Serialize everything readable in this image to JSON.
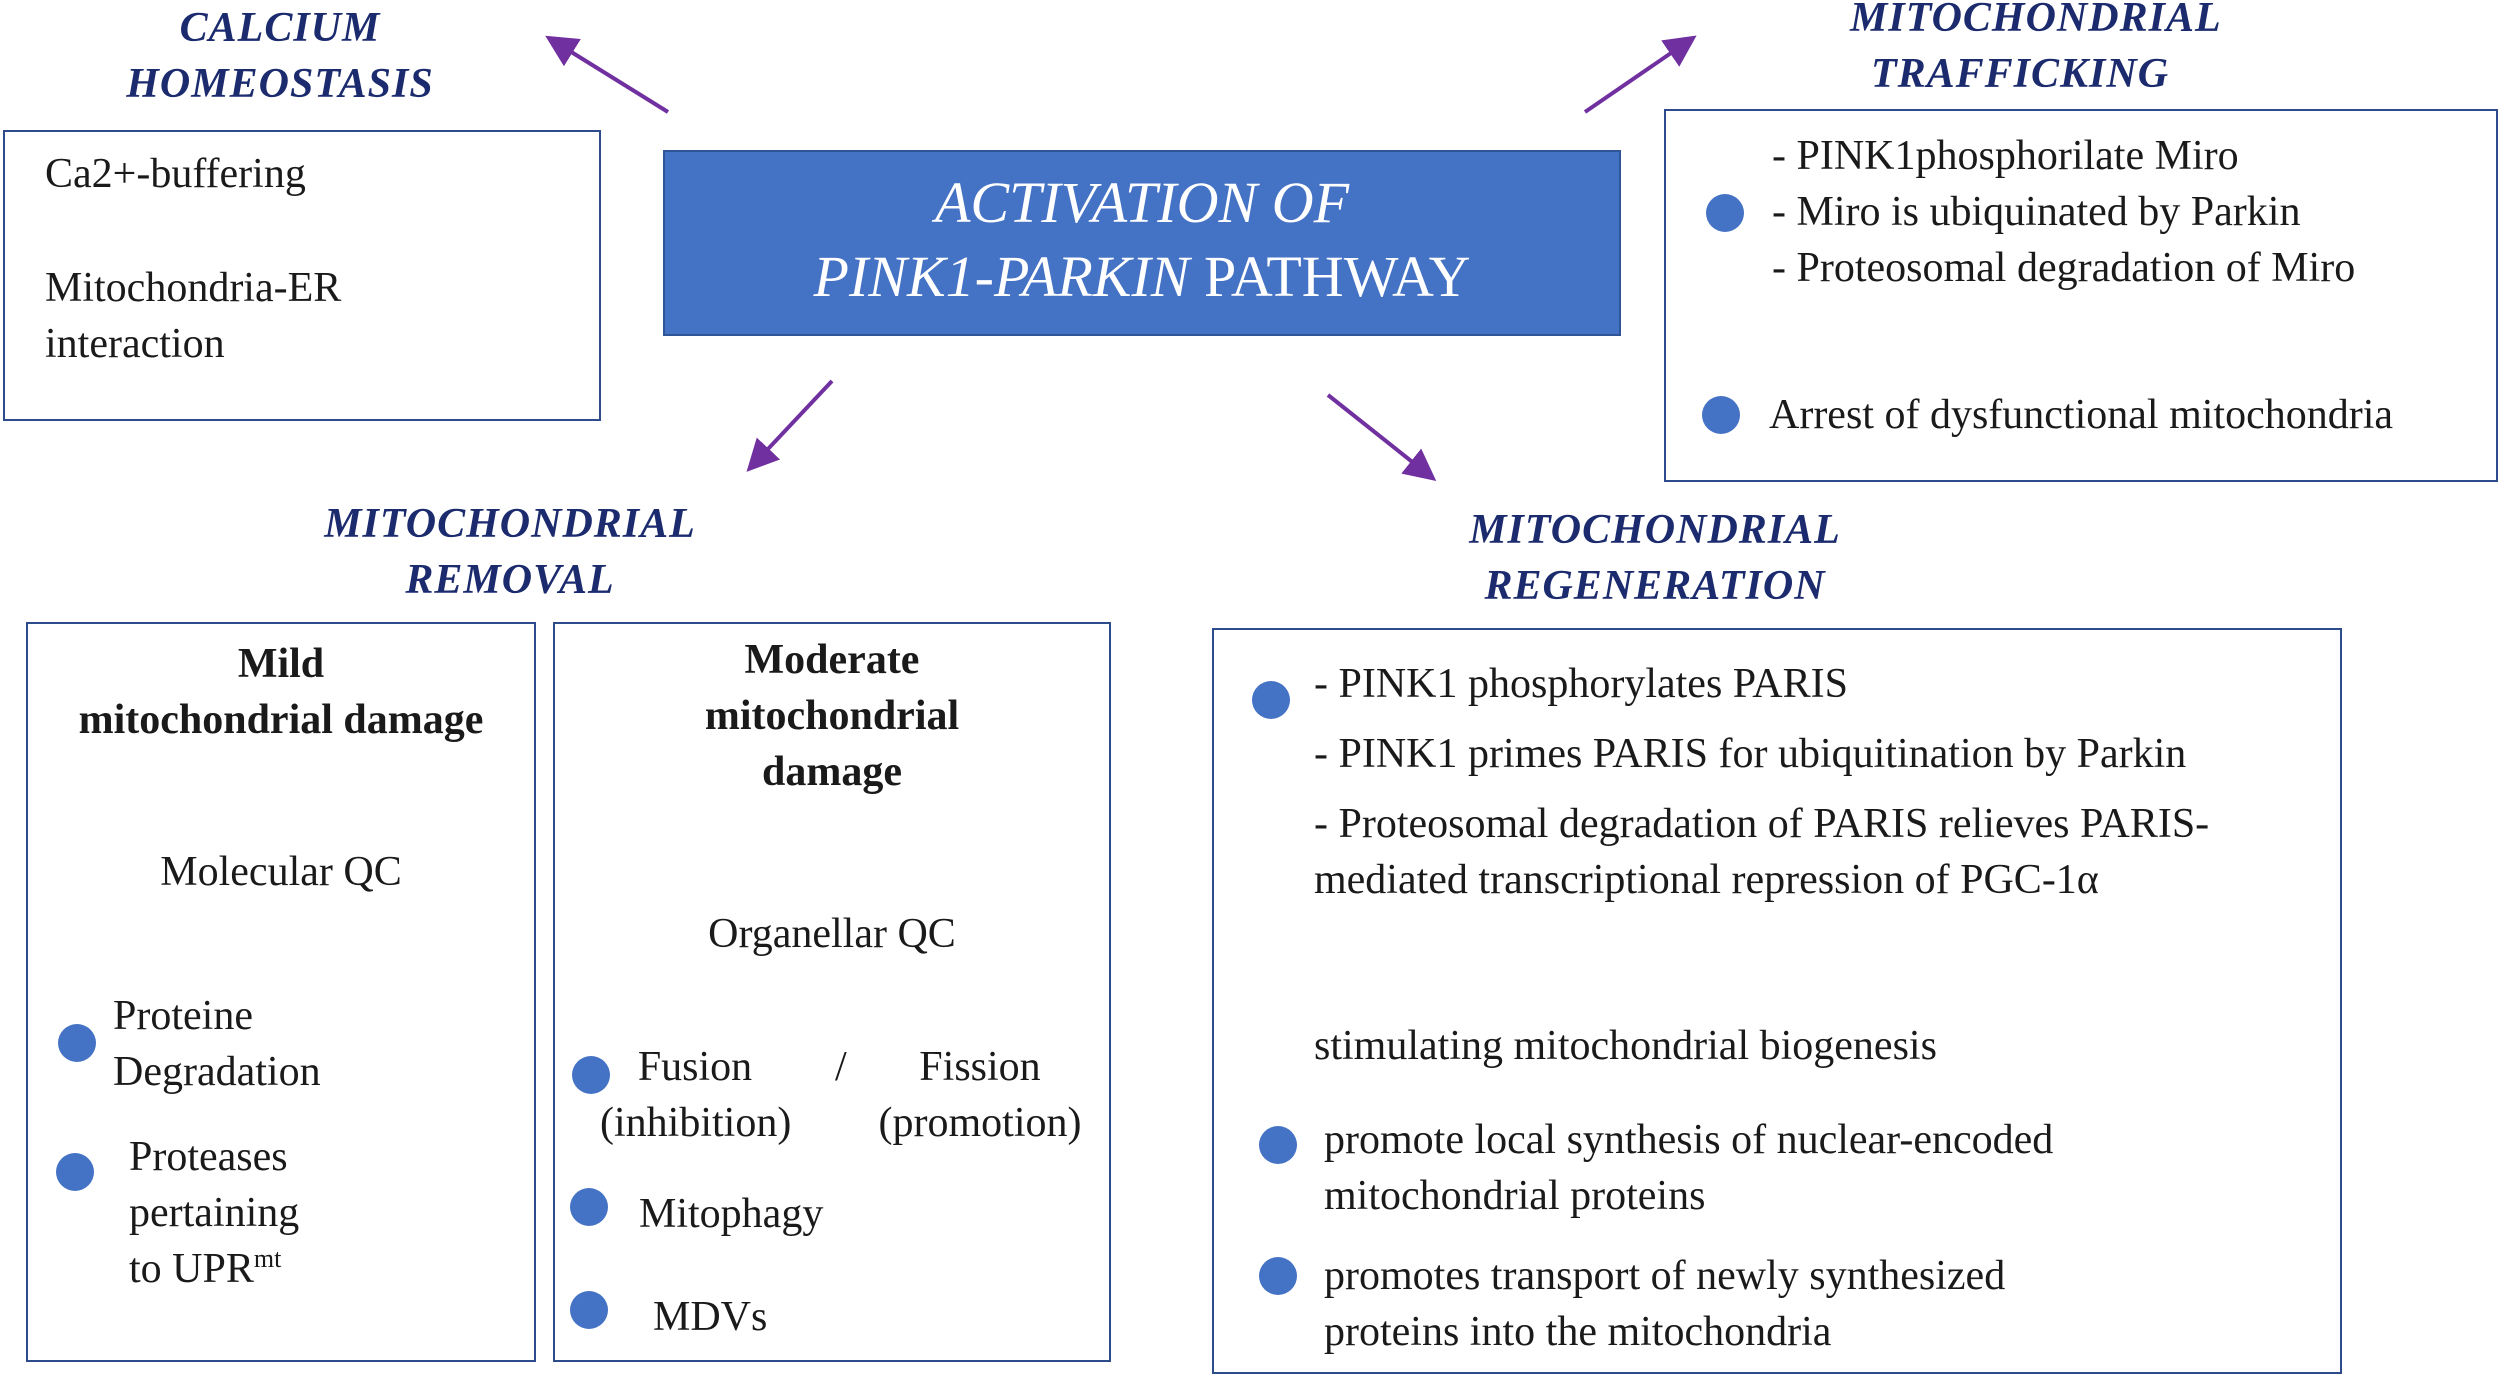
{
  "center": {
    "line1": "ACTIVATION OF",
    "line2_italic": "PINK1-PARKIN",
    "line2_rest": " PATHWAY"
  },
  "calcium": {
    "heading": [
      "CALCIUM",
      "HOMEOSTASIS"
    ],
    "items": [
      "Ca2+-buffering",
      "Mitochondria-ER",
      "interaction"
    ]
  },
  "trafficking": {
    "heading": [
      "MITOCHONDRIAL",
      "TRAFFICKING"
    ],
    "lines": [
      "- PINK1phosphorilate Miro",
      "- Miro is ubiquinated by Parkin",
      "- Proteosomal degradation of Miro"
    ],
    "result": "Arrest of dysfunctional mitochondria"
  },
  "removal": {
    "heading": [
      "MITOCHONDRIAL",
      "REMOVAL"
    ],
    "mild": {
      "title": [
        "Mild",
        "mitochondrial damage"
      ],
      "qc": "Molecular QC",
      "item1": [
        "Proteine",
        "Degradation"
      ],
      "item2": [
        "Proteases",
        "pertaining",
        "to UPR"
      ],
      "item2_sup": "mt"
    },
    "moderate": {
      "title": [
        "Moderate",
        "mitochondrial",
        "damage"
      ],
      "qc": "Organellar QC",
      "fusion": [
        "Fusion",
        "(inhibition)"
      ],
      "slash": "/",
      "fission": [
        "Fission",
        "(promotion)"
      ],
      "mitophagy": "Mitophagy",
      "mdvs": "MDVs"
    }
  },
  "regeneration": {
    "heading": [
      "MITOCHONDRIAL",
      "REGENERATION"
    ],
    "lines": [
      "- PINK1  phosphorylates PARIS",
      "- PINK1  primes PARIS   for ubiquitination by Parkin",
      "- Proteosomal degradation of PARIS  relieves PARIS-",
      "mediated transcriptional repression of PGC-1α"
    ],
    "stimulating": "stimulating mitochondrial biogenesis",
    "item1": [
      "promote local synthesis of nuclear-encoded",
      "mitochondrial proteins"
    ],
    "item2": [
      "promotes transport of newly synthesized",
      "proteins into the mitochondria"
    ]
  },
  "colors": {
    "accent": "#4472c4",
    "heading": "#1b2b6e",
    "arrow_purple": "#7030a0",
    "block_arrow": "#5b9bd5",
    "box_border": "#2e4b8c"
  }
}
